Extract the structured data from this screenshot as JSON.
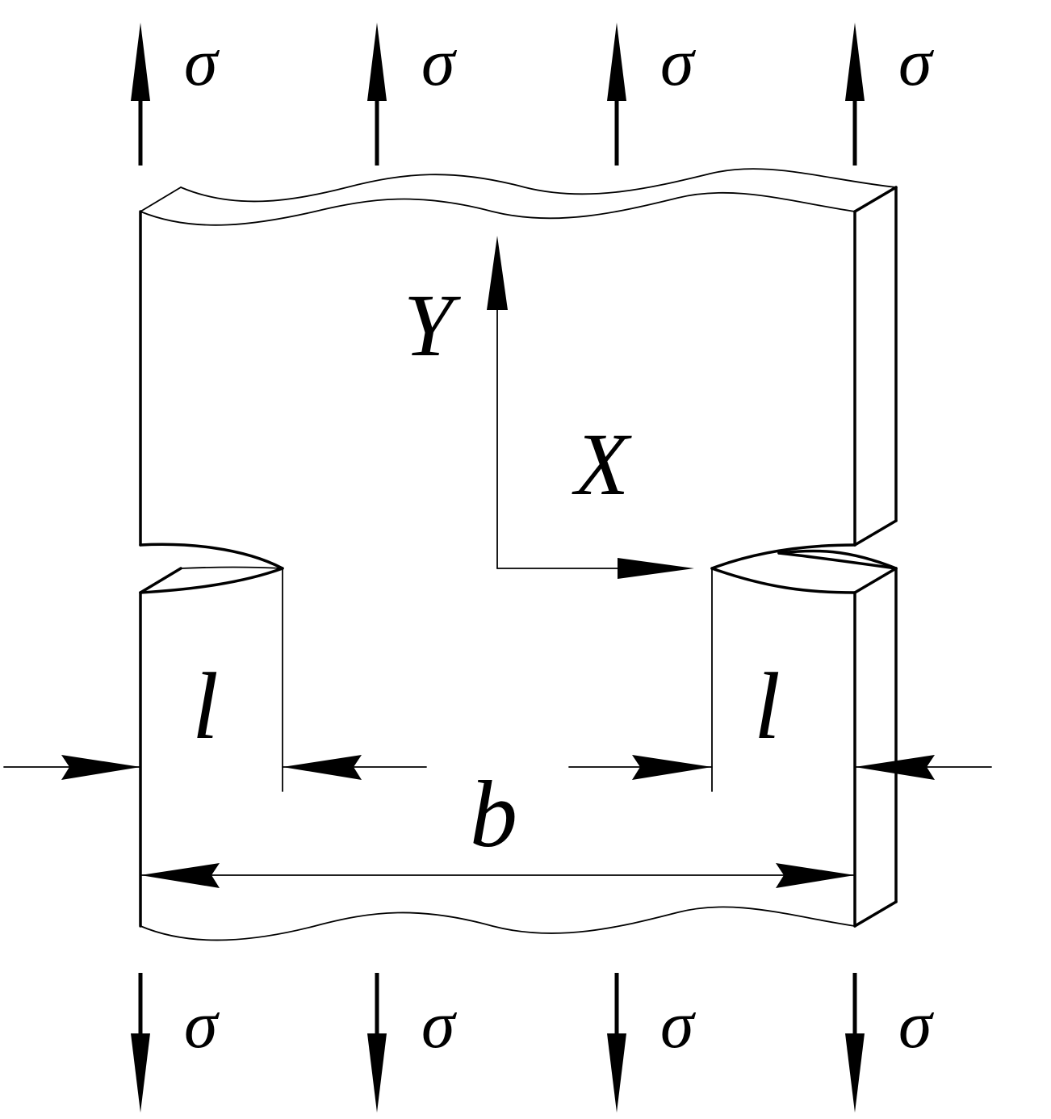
{
  "labels": {
    "stress": "σ",
    "y_axis": "Y",
    "x_axis": "X",
    "crack_length": "l",
    "width": "b"
  }
}
